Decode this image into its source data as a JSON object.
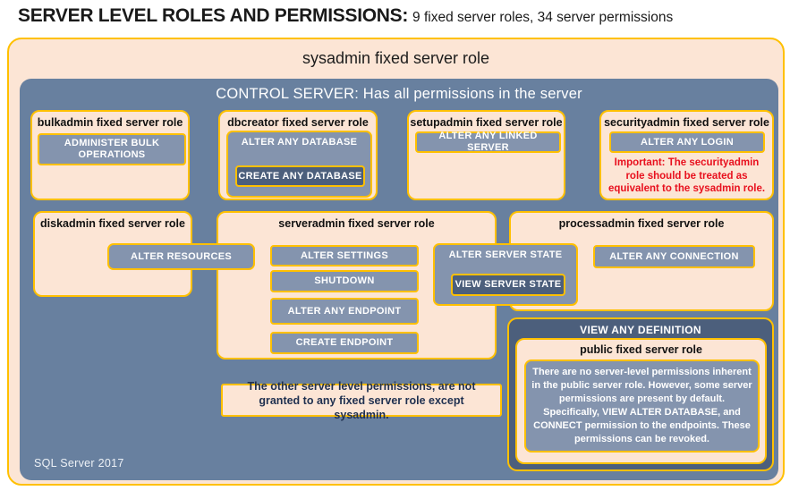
{
  "page_title": {
    "main": "SERVER LEVEL ROLES AND PERMISSIONS:",
    "subtitle": "9 fixed server roles, 34 server permissions"
  },
  "sysadmin_container": {
    "label": "sysadmin fixed server role"
  },
  "control_server": {
    "label": "CONTROL SERVER: Has all permissions in the server"
  },
  "roles": {
    "bulkadmin": {
      "title": "bulkadmin fixed server role",
      "permission": "ADMINISTER BULK OPERATIONS"
    },
    "dbcreator": {
      "title": "dbcreator fixed server role",
      "permission": "ALTER ANY DATABASE",
      "sub_permission": "CREATE ANY DATABASE"
    },
    "setupadmin": {
      "title": "setupadmin fixed server role",
      "permission": "ALTER ANY LINKED SERVER"
    },
    "securityadmin": {
      "title": "securityadmin fixed server role",
      "permission": "ALTER ANY LOGIN",
      "warning": "Important: The securityadmin role should be treated as equivalent to the sysadmin role."
    },
    "diskadmin": {
      "title": "diskadmin fixed server role",
      "permission": "ALTER RESOURCES"
    },
    "serveradmin": {
      "title": "serveradmin fixed server role",
      "permissions": [
        "ALTER SETTINGS",
        "SHUTDOWN",
        "ALTER ANY ENDPOINT",
        "CREATE ENDPOINT"
      ]
    },
    "shared_state": {
      "permission": "ALTER SERVER STATE",
      "sub_permission": "VIEW SERVER STATE"
    },
    "processadmin": {
      "title": "processadmin fixed server role",
      "permission": "ALTER ANY CONNECTION"
    },
    "public": {
      "container_permission": "VIEW ANY DEFINITION",
      "title": "public fixed server role",
      "description": "There are no server-level permissions inherent in the public server role. However, some server permissions are present by default. Specifically, VIEW ALTER DATABASE, and CONNECT permission to the endpoints. These permissions can be revoked."
    }
  },
  "note": "The other server level permissions, are not granted to any fixed server role except sysadmin.",
  "footer": "SQL Server 2017",
  "colors": {
    "accent_border": "#FFC000",
    "container_fill": "#FCE5D5",
    "server_fill": "#68809F",
    "permission_fill": "#8494AE",
    "permission_dark_fill": "#4C5F7C",
    "warning_text": "#E8101E"
  }
}
